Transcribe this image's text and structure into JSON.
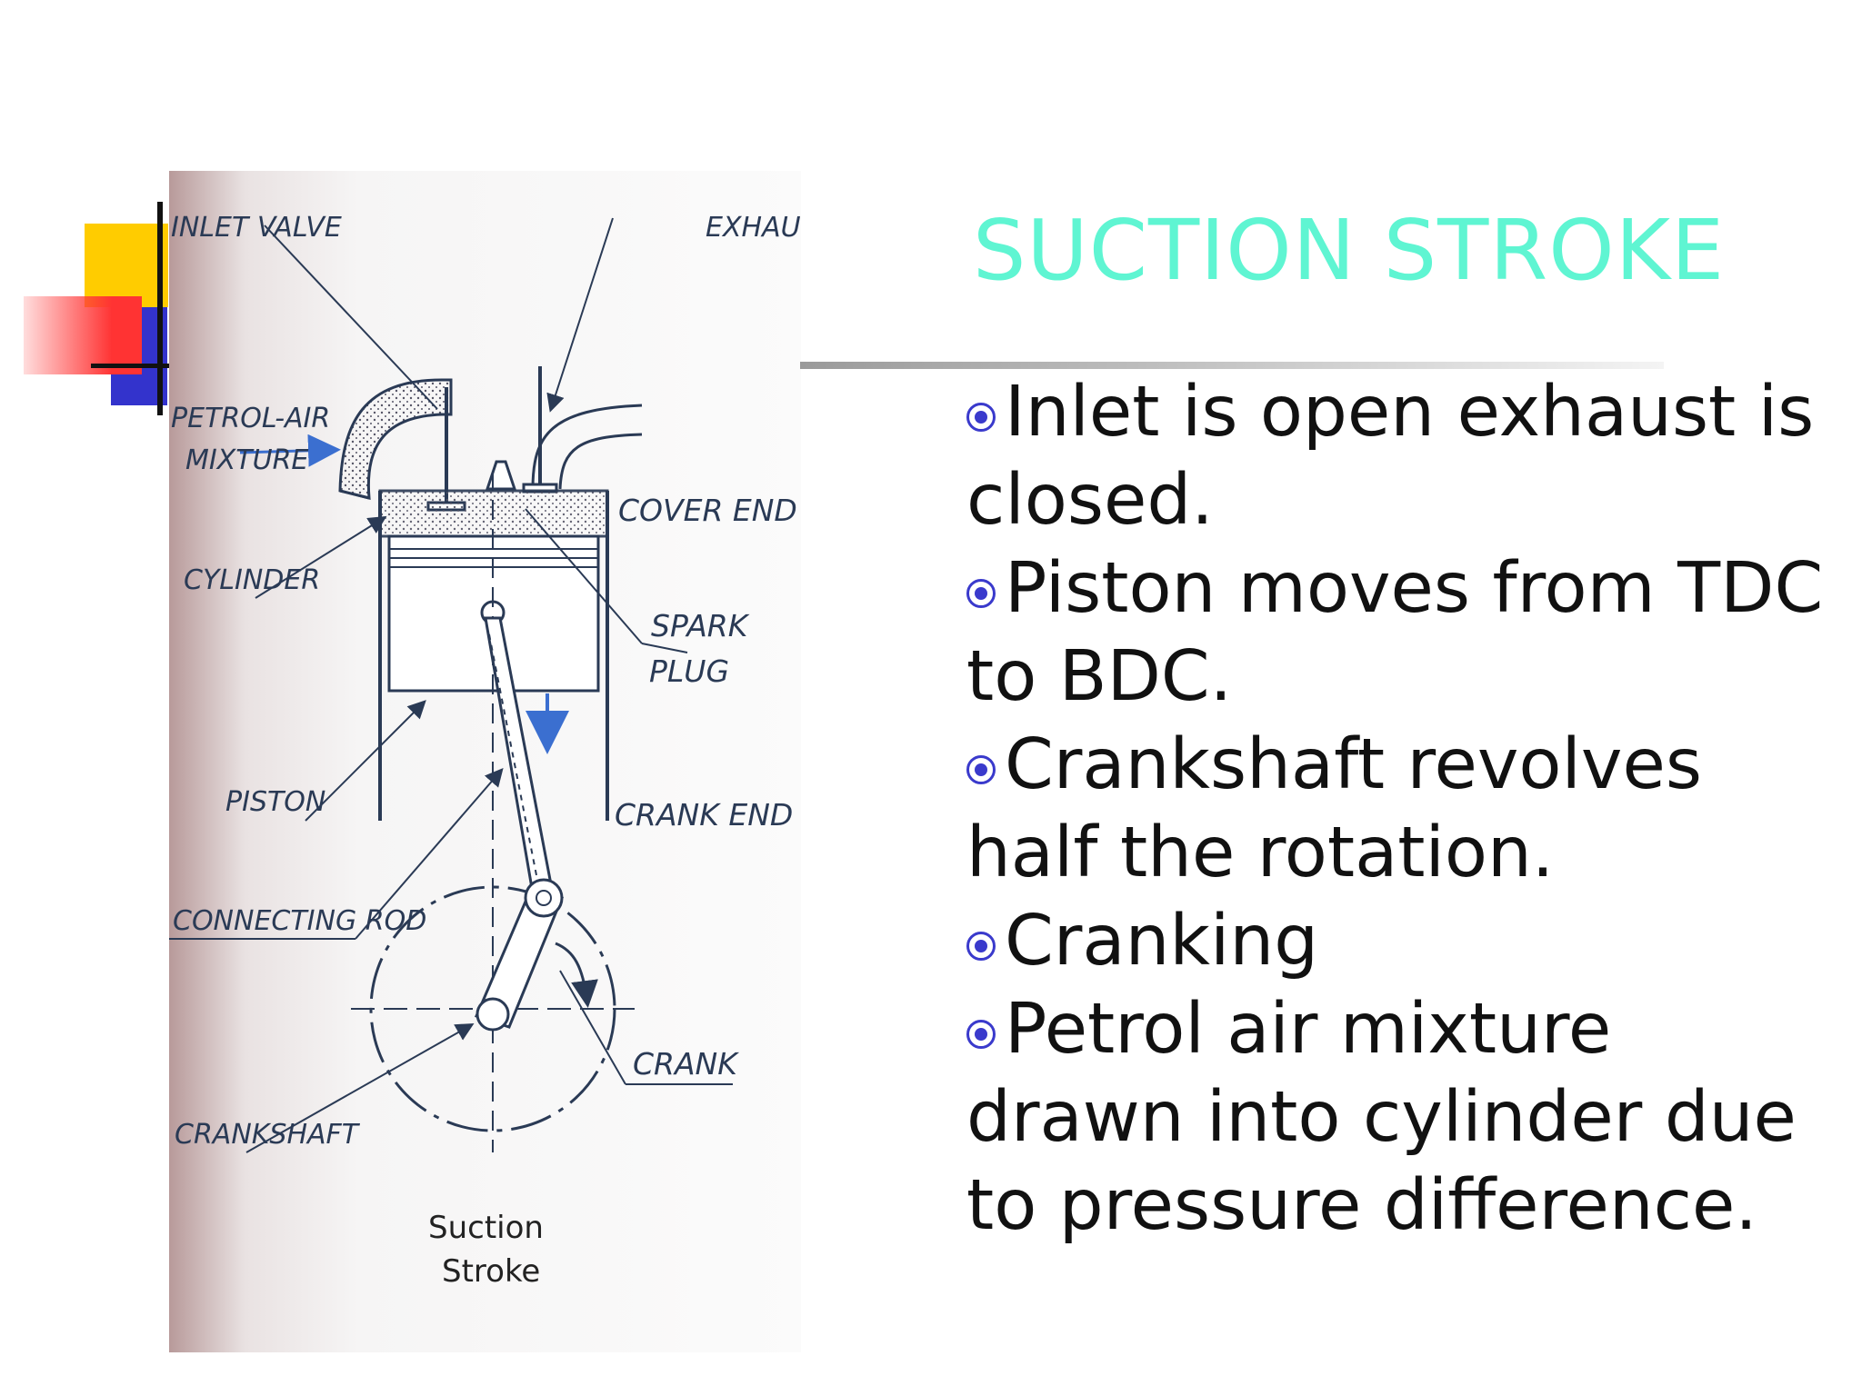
{
  "title": "SUCTION STROKE",
  "bullets": [
    "Inlet is open exhaust is closed.",
    "Piston moves from TDC to BDC.",
    "Crankshaft revolves half the rotation.",
    "Cranking",
    "Petrol air mixture drawn into cylinder due to pressure difference."
  ],
  "diagram": {
    "labels": {
      "inlet_valve": "INLET VALVE",
      "exhaust": "EXHAU",
      "petrol_air_1": "PETROL-AIR",
      "petrol_air_2": "MIXTURE",
      "cover_end": "COVER END",
      "cylinder": "CYLINDER",
      "spark_1": "SPARK",
      "spark_2": "PLUG",
      "piston": "PISTON",
      "crank_end": "CRANK END",
      "connecting_rod": "CONNECTING ROD",
      "crank": "CRANK",
      "crankshaft": "CRANKSHAFT"
    },
    "caption_1": "Suction",
    "caption_2": "Stroke"
  },
  "colors": {
    "title": "#5ff5d2",
    "bullet_marker": "#3a3acc",
    "diagram_line": "#2a3a55"
  }
}
